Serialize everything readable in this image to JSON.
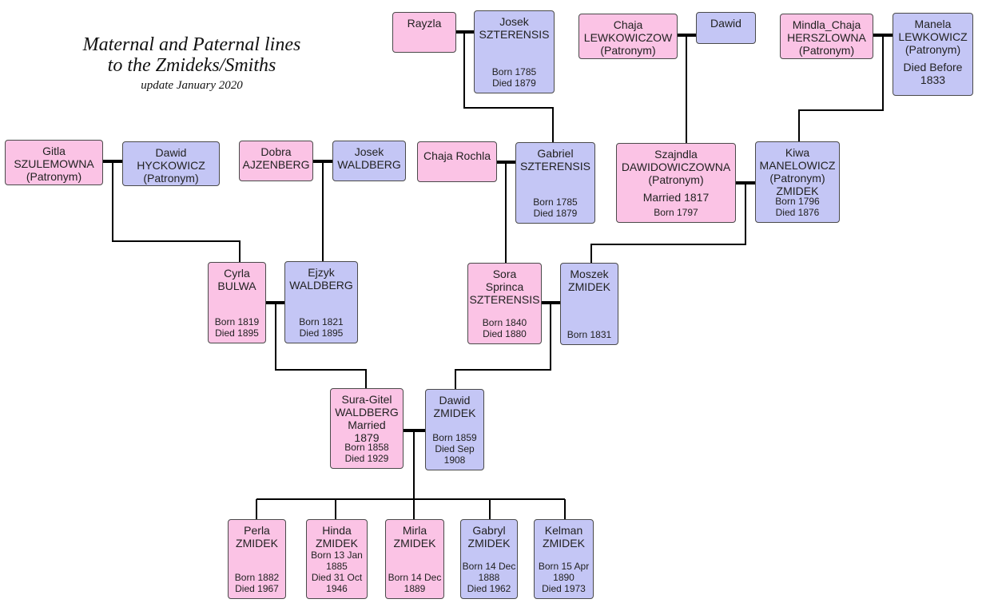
{
  "title": {
    "line1": "Maternal and Paternal lines",
    "line2": "to the Zmideks/Smiths",
    "line3": "update January 2020"
  },
  "colors": {
    "female": "#fbc3e5",
    "male": "#c4c6f5",
    "line": "#000000"
  },
  "people": {
    "rayzla": {
      "name": "Rayzla"
    },
    "josek_szt": {
      "name": "Josek\nSZTERENSIS",
      "dates": "Born 1785\nDied 1879"
    },
    "chaja_lew": {
      "name": "Chaja\nLEWKOWICZOW\n(Patronym)"
    },
    "dawid_top": {
      "name": "Dawid"
    },
    "mindla": {
      "name": "Mindla_Chaja\nHERSZLOWNA\n(Patronym)"
    },
    "manela": {
      "name": "Manela\nLEWKOWICZ\n(Patronym)",
      "extra": "Died Before\n1833"
    },
    "gitla": {
      "name": "Gitla\nSZULEMOWNA\n(Patronym)"
    },
    "dawid_hyc": {
      "name": "Dawid\nHYCKOWICZ\n(Patronym)"
    },
    "dobra": {
      "name": "Dobra\nAJZENBERG"
    },
    "josek_wal": {
      "name": "Josek\nWALDBERG"
    },
    "chaja_rochla": {
      "name": "Chaja Rochla"
    },
    "gabriel": {
      "name": "Gabriel\nSZTERENSIS",
      "dates": "Born 1785\nDied 1879"
    },
    "szajndla": {
      "name": "Szajndla\nDAWIDOWICZOWNA\n(Patronym)",
      "extra": "Married  1817",
      "dates": "Born 1797"
    },
    "kiwa": {
      "name": "Kiwa\nMANELOWICZ\n(Patronym)\nZMIDEK",
      "dates": "Born 1796\nDied 1876"
    },
    "cyrla": {
      "name": "Cyrla\nBULWA",
      "dates": "Born 1819\nDied 1895"
    },
    "ejzyk": {
      "name": "Ejzyk\nWALDBERG",
      "dates": "Born 1821\nDied 1895"
    },
    "sora": {
      "name": "Sora\nSprinca\nSZTERENSIS",
      "dates": "Born 1840\nDied 1880"
    },
    "moszek": {
      "name": "Moszek\nZMIDEK",
      "dates": "Born 1831"
    },
    "sura": {
      "name": "Sura-Gitel\nWALDBERG\nMarried\n1879",
      "dates": "Born 1858\nDied 1929"
    },
    "dawid_zm": {
      "name": "Dawid\nZMIDEK",
      "dates": "Born 1859\nDied Sep\n1908"
    },
    "perla": {
      "name": "Perla\nZMIDEK",
      "dates": "Born 1882\nDied 1967"
    },
    "hinda": {
      "name": "Hinda\nZMIDEK",
      "dates": "Born 13 Jan\n1885\nDied 31 Oct\n1946"
    },
    "mirla": {
      "name": "Mirla\nZMIDEK",
      "dates": "Born 14 Dec\n1889"
    },
    "gabryl": {
      "name": "Gabryl\nZMIDEK",
      "dates": "Born 14 Dec\n1888\nDied 1962"
    },
    "kelman": {
      "name": "Kelman\nZMIDEK",
      "dates": "Born 15 Apr\n1890\nDied 1973"
    }
  }
}
